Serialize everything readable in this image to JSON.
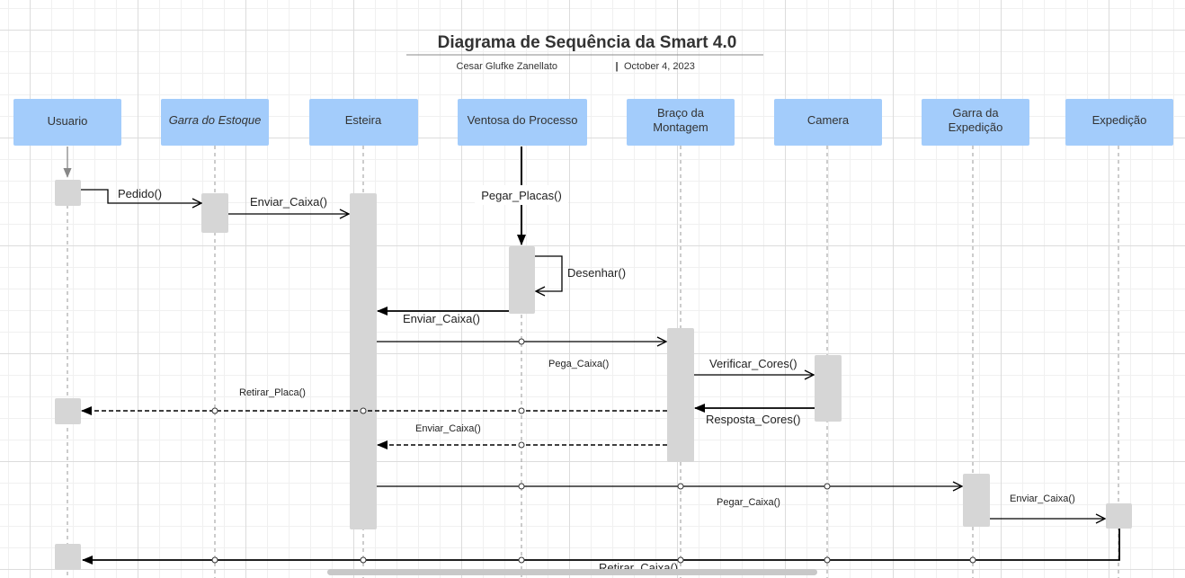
{
  "header": {
    "title": "Diagrama de Sequência da Smart 4.0",
    "author": "Cesar Glufke Zanellato",
    "separator": "|",
    "date": "October 4, 2023"
  },
  "participants": [
    {
      "id": "usuario",
      "label": "Usuario",
      "italic": false
    },
    {
      "id": "garra-estoque",
      "label": "Garra do Estoque",
      "italic": true
    },
    {
      "id": "esteira",
      "label": "Esteira",
      "italic": false
    },
    {
      "id": "ventosa",
      "label": "Ventosa do Processo",
      "italic": false
    },
    {
      "id": "braco",
      "label": "Braço da Montagem",
      "italic": false
    },
    {
      "id": "camera",
      "label": "Camera",
      "italic": false
    },
    {
      "id": "garra-expedicao",
      "label": "Garra da Expedição",
      "italic": false
    },
    {
      "id": "expedicao",
      "label": "Expedição",
      "italic": false
    }
  ],
  "messages": [
    {
      "id": "pedido",
      "label": "Pedido()",
      "from": "usuario",
      "to": "garra-estoque",
      "style": "solid"
    },
    {
      "id": "enviar-caixa-1",
      "label": "Enviar_Caixa()",
      "from": "garra-estoque",
      "to": "esteira",
      "style": "solid"
    },
    {
      "id": "pegar-placas",
      "label": "Pegar_Placas()",
      "from": "ventosa",
      "to": "ventosa",
      "style": "solid"
    },
    {
      "id": "desenhar",
      "label": "Desenhar()",
      "from": "ventosa",
      "to": "ventosa",
      "style": "self"
    },
    {
      "id": "enviar-caixa-2",
      "label": "Enviar_Caixa()",
      "from": "ventosa",
      "to": "esteira",
      "style": "solid"
    },
    {
      "id": "pega-caixa",
      "label": "Pega_Caixa()",
      "from": "esteira",
      "to": "braco",
      "style": "solid"
    },
    {
      "id": "verificar-cores",
      "label": "Verificar_Cores()",
      "from": "braco",
      "to": "camera",
      "style": "solid"
    },
    {
      "id": "resposta-cores",
      "label": "Resposta_Cores()",
      "from": "camera",
      "to": "braco",
      "style": "solid"
    },
    {
      "id": "retirar-placa",
      "label": "Retirar_Placa()",
      "from": "braco",
      "to": "usuario",
      "style": "dashed"
    },
    {
      "id": "enviar-caixa-3",
      "label": "Enviar_Caixa()",
      "from": "braco",
      "to": "esteira",
      "style": "dashed"
    },
    {
      "id": "pegar-caixa",
      "label": "Pegar_Caixa()",
      "from": "esteira",
      "to": "garra-expedicao",
      "style": "solid"
    },
    {
      "id": "enviar-caixa-4",
      "label": "Enviar_Caixa()",
      "from": "garra-expedicao",
      "to": "expedicao",
      "style": "solid"
    },
    {
      "id": "retirar-caixa",
      "label": "Retirar_Caixa()",
      "from": "expedicao",
      "to": "usuario",
      "style": "solid"
    }
  ],
  "colors": {
    "box_fill": "#a3ccfb",
    "activation_fill": "#d6d6d6",
    "line": "#000000",
    "lifeline": "#999999",
    "title_rule": "#888888",
    "scrollbar": "#c8c8c8"
  }
}
